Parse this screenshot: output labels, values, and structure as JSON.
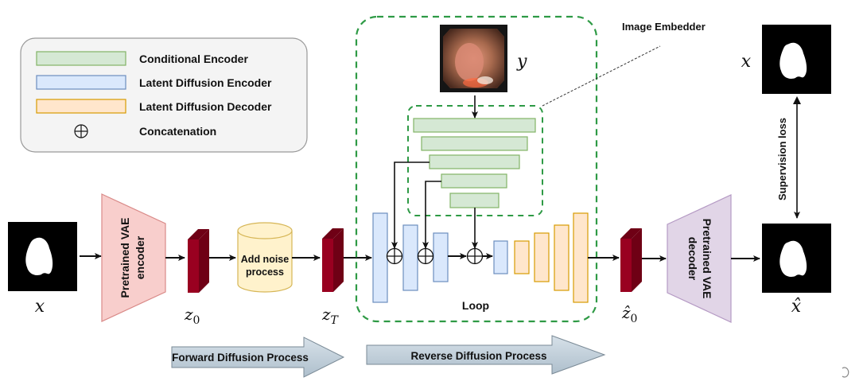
{
  "legend": {
    "items": [
      {
        "label": "Conditional Encoder",
        "fill": "#d5e8d4",
        "stroke": "#82b366"
      },
      {
        "label": "Latent Diffusion Encoder",
        "fill": "#dae8fc",
        "stroke": "#6c8ebf"
      },
      {
        "label": "Latent Diffusion Decoder",
        "fill": "#ffe6cc",
        "stroke": "#d79b00"
      }
    ],
    "concat_label": "Concatenation"
  },
  "input": {
    "symbol": "x"
  },
  "vae_encoder": {
    "line1": "Pretrained VAE",
    "line2": "encoder"
  },
  "z0": {
    "symbol": "z",
    "sub": "0"
  },
  "noise": {
    "line1": "Add noise",
    "line2": "process"
  },
  "zT": {
    "symbol": "z",
    "sub": "T"
  },
  "condition_image": {
    "symbol": "y"
  },
  "image_embedder": {
    "label": "Image Embedder"
  },
  "loop": {
    "label": "Loop"
  },
  "z0_hat": {
    "symbol": "ẑ",
    "sub": "0"
  },
  "vae_decoder": {
    "line1": "Pretrained VAE",
    "line2": "decoder"
  },
  "output": {
    "symbol": "x̂"
  },
  "ground_truth": {
    "symbol": "x"
  },
  "supervision": {
    "label": "Supervision loss"
  },
  "forward_arrow": {
    "label": "Forward Diffusion Process"
  },
  "reverse_arrow": {
    "label": "Reverse Diffusion Process"
  },
  "colors": {
    "latent": "#990020",
    "latent_side": "#6f0015",
    "encoder_fill": "#f8cecc",
    "encoder_stroke": "#d98a88",
    "decoder_fill": "#e1d5e7",
    "decoder_stroke": "#b59ac4",
    "cylinder_fill": "#fff2cc",
    "cylinder_stroke": "#d6b656",
    "dashed": "#2e9a45",
    "process_arrow": "#c3d0da"
  }
}
